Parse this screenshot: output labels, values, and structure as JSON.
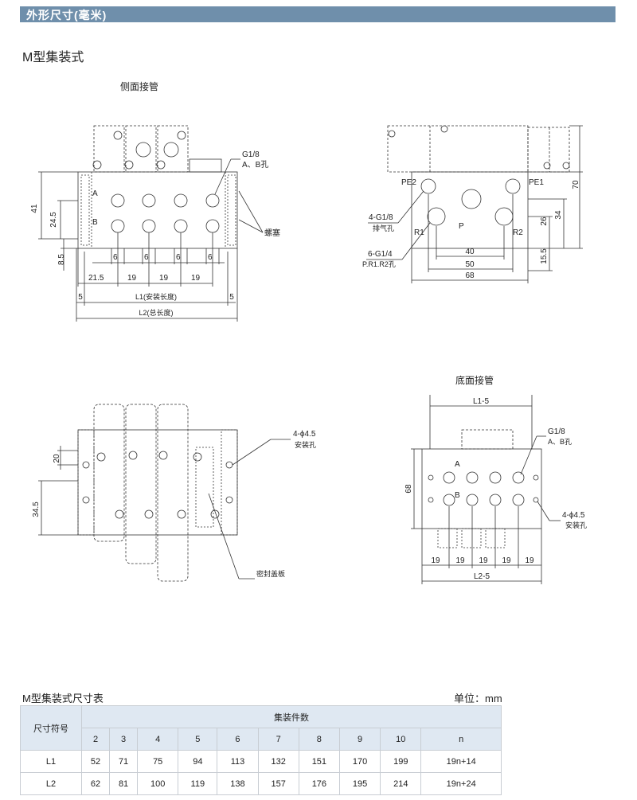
{
  "header": {
    "title": "外形尺寸(毫米)",
    "bar_color": "#6f8fab"
  },
  "subtitle": "M型集装式",
  "drawings": {
    "side_view": {
      "title": "侧面接管",
      "labels": {
        "port_a": "A",
        "port_b": "B",
        "g18": "G1/8",
        "ab_hole": "A、B孔",
        "plug": "螺塞",
        "l1": "L1(安装长度)",
        "l2": "L2(总长度)"
      },
      "dims": {
        "d41": "41",
        "d24_5": "24.5",
        "d8_5": "8.5",
        "d6a": "6",
        "d6b": "6",
        "d6c": "6",
        "d6d": "6",
        "d21_5": "21.5",
        "d19a": "19",
        "d19b": "19",
        "d19c": "19",
        "d5a": "5",
        "d5b": "5"
      }
    },
    "end_view": {
      "labels": {
        "pe2": "PE2",
        "pe1": "PE1",
        "r1": "R1",
        "r2": "R2",
        "p": "P",
        "exhaust_g": "4-G1/8",
        "exhaust_hole": "排气孔",
        "port_g": "6-G1/4",
        "port_hole": "P.R1.R2孔"
      },
      "dims": {
        "d70": "70",
        "d34": "34",
        "d26": "26",
        "d15_5": "15.5",
        "d40": "40",
        "d50": "50",
        "d68": "68"
      }
    },
    "top_view": {
      "labels": {
        "mount": "4-ϕ4.5",
        "mount_hole": "安装孔",
        "cover": "密封盖板"
      },
      "dims": {
        "d20": "20",
        "d34_5": "34.5"
      }
    },
    "bottom_view": {
      "title": "底面接管",
      "labels": {
        "l1_5": "L1-5",
        "l2_5": "L2-5",
        "g18": "G1/8",
        "ab_hole": "A、B孔",
        "port_a": "A",
        "port_b": "B",
        "mount": "4-ϕ4.5",
        "mount_hole": "安装孔"
      },
      "dims": {
        "d68": "68",
        "d19a": "19",
        "d19b": "19",
        "d19c": "19",
        "d19d": "19",
        "d19e": "19"
      }
    }
  },
  "table": {
    "title": "M型集装式尺寸表",
    "unit": "单位：mm",
    "row_header": "尺寸符号",
    "group_header": "集装件数",
    "columns": [
      "2",
      "3",
      "4",
      "5",
      "6",
      "7",
      "8",
      "9",
      "10",
      "n"
    ],
    "rows": [
      {
        "label": "L1",
        "values": [
          "52",
          "71",
          "75",
          "94",
          "113",
          "132",
          "151",
          "170",
          "199",
          "19n+14"
        ]
      },
      {
        "label": "L2",
        "values": [
          "62",
          "81",
          "100",
          "119",
          "138",
          "157",
          "176",
          "195",
          "214",
          "19n+24"
        ]
      }
    ]
  }
}
